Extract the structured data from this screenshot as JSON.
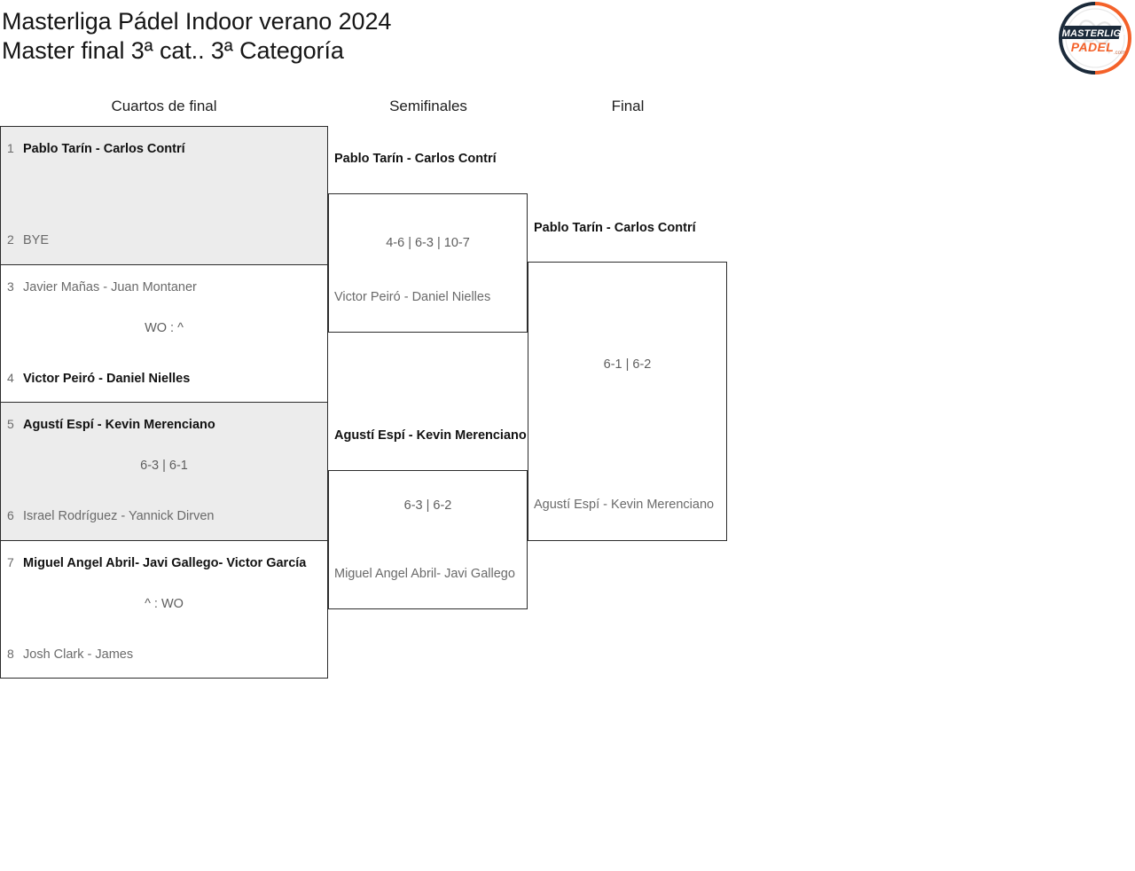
{
  "header": {
    "title_line1": "Masterliga Pádel Indoor verano 2024",
    "title_line2": "Master final 3ª cat.. 3ª Categoría",
    "logo_text_top": "MASTERLIGA",
    "logo_text_bottom": "PADEL",
    "logo_text_suffix": ".com"
  },
  "colors": {
    "accent_orange": "#f4622a",
    "logo_navy": "#1b2a3a",
    "border": "#2c2c2c",
    "shaded_row": "#ececec",
    "winner_text": "#121212",
    "loser_text": "#6a6a6a",
    "score_text": "#5e5e5e"
  },
  "rounds": [
    {
      "label": "Cuartos de final"
    },
    {
      "label": "Semifinales"
    },
    {
      "label": "Final"
    }
  ],
  "quarterfinals": [
    {
      "shaded": true,
      "top": {
        "seed": "1",
        "name": "Pablo Tarín - Carlos Contrí",
        "winner": true
      },
      "bottom": {
        "seed": "2",
        "name": "BYE",
        "winner": false
      },
      "score": ""
    },
    {
      "shaded": false,
      "top": {
        "seed": "3",
        "name": "Javier Mañas - Juan Montaner",
        "winner": false
      },
      "bottom": {
        "seed": "4",
        "name": "Victor Peiró - Daniel Nielles",
        "winner": true
      },
      "score": "WO : ^"
    },
    {
      "shaded": true,
      "top": {
        "seed": "5",
        "name": "Agustí Espí - Kevin Merenciano",
        "winner": true
      },
      "bottom": {
        "seed": "6",
        "name": "Israel Rodríguez - Yannick Dirven",
        "winner": false
      },
      "score": "6-3 | 6-1"
    },
    {
      "shaded": false,
      "top": {
        "seed": "7",
        "name": "Miguel Angel Abril- Javi Gallego- Victor García",
        "winner": true
      },
      "bottom": {
        "seed": "8",
        "name": "Josh Clark - James",
        "winner": false
      },
      "score": "^ : WO"
    }
  ],
  "semifinals": [
    {
      "top": {
        "name": "Pablo Tarín - Carlos Contrí",
        "winner": true
      },
      "bottom": {
        "name": "Victor Peiró - Daniel Nielles",
        "winner": false
      },
      "score": "4-6 | 6-3 | 10-7"
    },
    {
      "top": {
        "name": "Agustí Espí - Kevin Merenciano",
        "winner": true
      },
      "bottom": {
        "name": "Miguel Angel Abril- Javi Gallego",
        "winner": false
      },
      "score": "6-3 | 6-2"
    }
  ],
  "final": [
    {
      "top": {
        "name": "Pablo Tarín - Carlos Contrí",
        "winner": true
      },
      "bottom": {
        "name": "Agustí Espí - Kevin Merenciano",
        "winner": false
      },
      "score": "6-1 | 6-2"
    }
  ]
}
